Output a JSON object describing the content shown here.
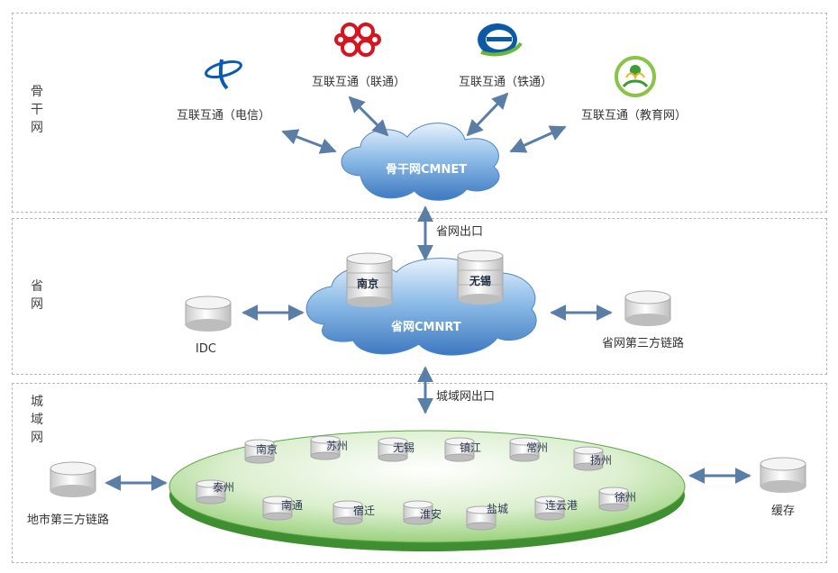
{
  "zones": {
    "backbone": "骨干网",
    "provincial": "省网",
    "metro": "城域网"
  },
  "backbone": {
    "cloud_label": "骨干网CMNET",
    "carriers": [
      {
        "label": "互联互通（电信）",
        "icon": "china-telecom-logo-icon"
      },
      {
        "label": "互联互通（联通）",
        "icon": "china-unicom-logo-icon"
      },
      {
        "label": "互联互通（铁通）",
        "icon": "china-tietong-logo-icon"
      },
      {
        "label": "互联互通（教育网）",
        "icon": "cernet-logo-icon"
      }
    ]
  },
  "links": {
    "province_exit": "省网出口",
    "metro_exit": "城域网出口"
  },
  "provincial": {
    "cloud_label": "省网CMNRT",
    "nodes": [
      "南京",
      "无锡"
    ],
    "idc": "IDC",
    "third_party": "省网第三方链路"
  },
  "metro": {
    "cities": [
      "南京",
      "苏州",
      "无锡",
      "镇江",
      "常州",
      "扬州",
      "泰州",
      "南通",
      "宿迁",
      "淮安",
      "盐城",
      "连云港",
      "徐州"
    ],
    "local_third_party": "地市第三方链路",
    "cache": "缓存"
  },
  "colors": {
    "cloud_blue": "#6a9fd6",
    "disc_green": "#6bbf4a",
    "arrow": "#5a7ea6"
  }
}
